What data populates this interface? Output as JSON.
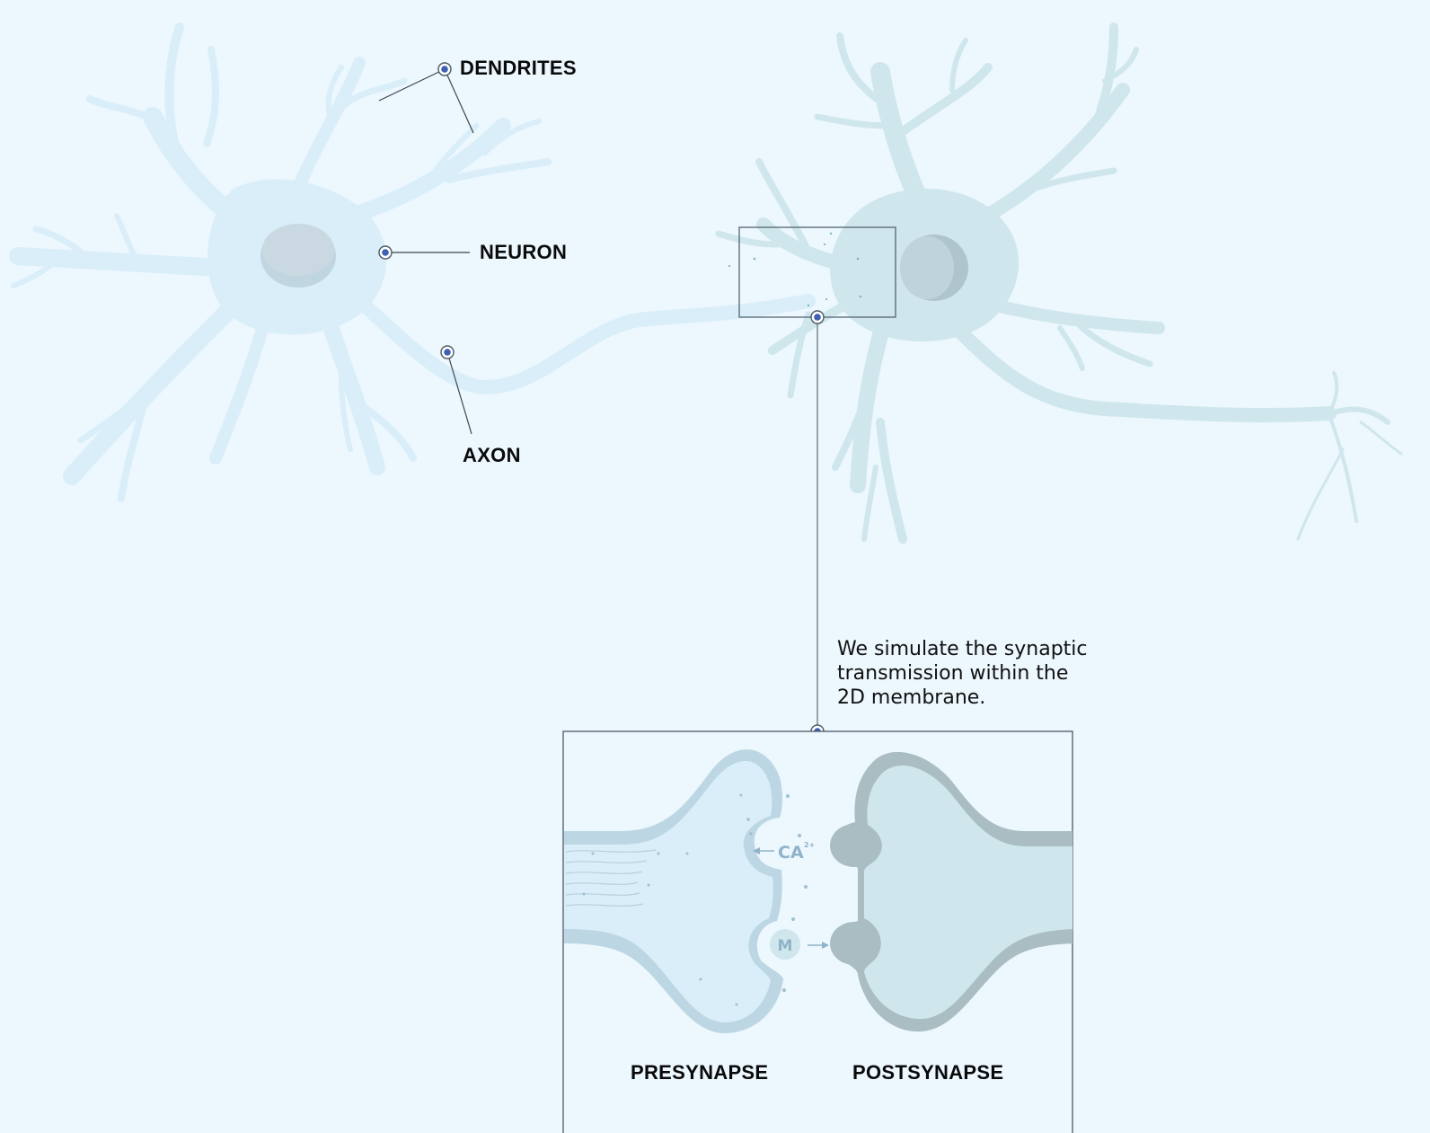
{
  "labels": {
    "dendrites": "DENDRITES",
    "neuron": "NEURON",
    "axon": "AXON",
    "presynapse": "PRESYNAPSE",
    "postsynapse": "POSTSYNAPSE"
  },
  "caption": {
    "line1": "We simulate the synaptic",
    "line2": "transmission within the",
    "line3": "2D membrane."
  },
  "inset": {
    "ion_label": "CA",
    "ion_charge": "2+",
    "vesicle_label": "M"
  },
  "colors": {
    "background": "#ecf7fe",
    "left_neuron": "#d9eef9",
    "right_neuron": "#cfe7ec",
    "nucleus": "#bcd3dd",
    "marker": "#3f5fb0",
    "post_membrane": "#a9bdc3"
  }
}
